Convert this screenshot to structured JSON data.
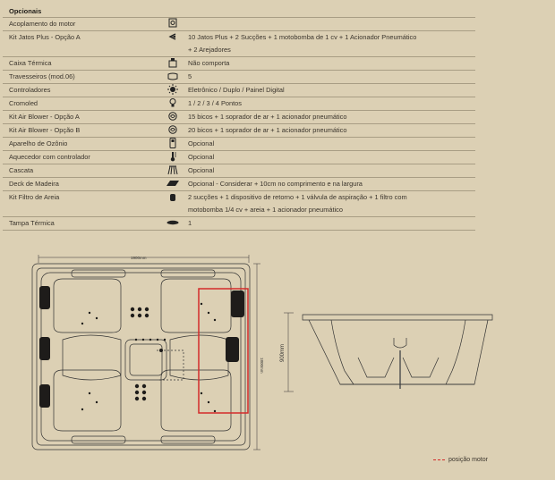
{
  "section_title": "Opcionais",
  "options": [
    {
      "name": "Acoplamento do motor",
      "icon": "motor-coupling-icon",
      "value": ""
    },
    {
      "name": "Kit Jatos Plus - Opção A",
      "icon": "jets-icon",
      "value": "10 Jatos Plus + 2 Sucções + 1 motobomba de 1 cv + 1 Acionador Pneumático",
      "value2": "+ 2 Arejadores"
    },
    {
      "name": "Caixa Térmica",
      "icon": "thermal-box-icon",
      "value": "Não comporta"
    },
    {
      "name": "Travesseiros (mod.06)",
      "icon": "pillow-icon",
      "value": "5"
    },
    {
      "name": "Controladores",
      "icon": "controller-icon",
      "value": "Eletrônico / Duplo / Painel Digital"
    },
    {
      "name": "Cromoled",
      "icon": "light-bulb-icon",
      "value": "1 / 2 / 3 / 4 Pontos"
    },
    {
      "name": "Kit Air Blower - Opção A",
      "icon": "air-blower-icon",
      "value": "15 bicos + 1 soprador de ar + 1 acionador pneumático"
    },
    {
      "name": "Kit Air Blower - Opção B",
      "icon": "air-blower-icon",
      "value": "20 bicos + 1 soprador de ar + 1 acionador pneumático"
    },
    {
      "name": "Aparelho de Ozônio",
      "icon": "ozone-device-icon",
      "value": "Opcional"
    },
    {
      "name": "Aquecedor com controlador",
      "icon": "heater-icon",
      "value": "Opcional"
    },
    {
      "name": "Cascata",
      "icon": "waterfall-icon",
      "value": "Opcional"
    },
    {
      "name": "Deck de Madeira",
      "icon": "wood-deck-icon",
      "value": "Opcional - Considerar + 10cm no comprimento e na largura"
    },
    {
      "name": "Kit Filtro de Areia",
      "icon": "sand-filter-icon",
      "value": "2 sucções + 1 dispositivo de retorno + 1 válvula de aspiração + 1 filtro com",
      "value2": "motobomba 1/4 cv + areia + 1 acionador pneumático"
    },
    {
      "name": "Tampa Térmica",
      "icon": "thermal-cover-icon",
      "value": "1"
    }
  ],
  "diagram": {
    "width_label": "1900mm",
    "depth_label": "1800mm",
    "height_label": "900mm"
  },
  "legend": {
    "dash": "---",
    "label": "posição motor",
    "color": "#d42a2a"
  }
}
